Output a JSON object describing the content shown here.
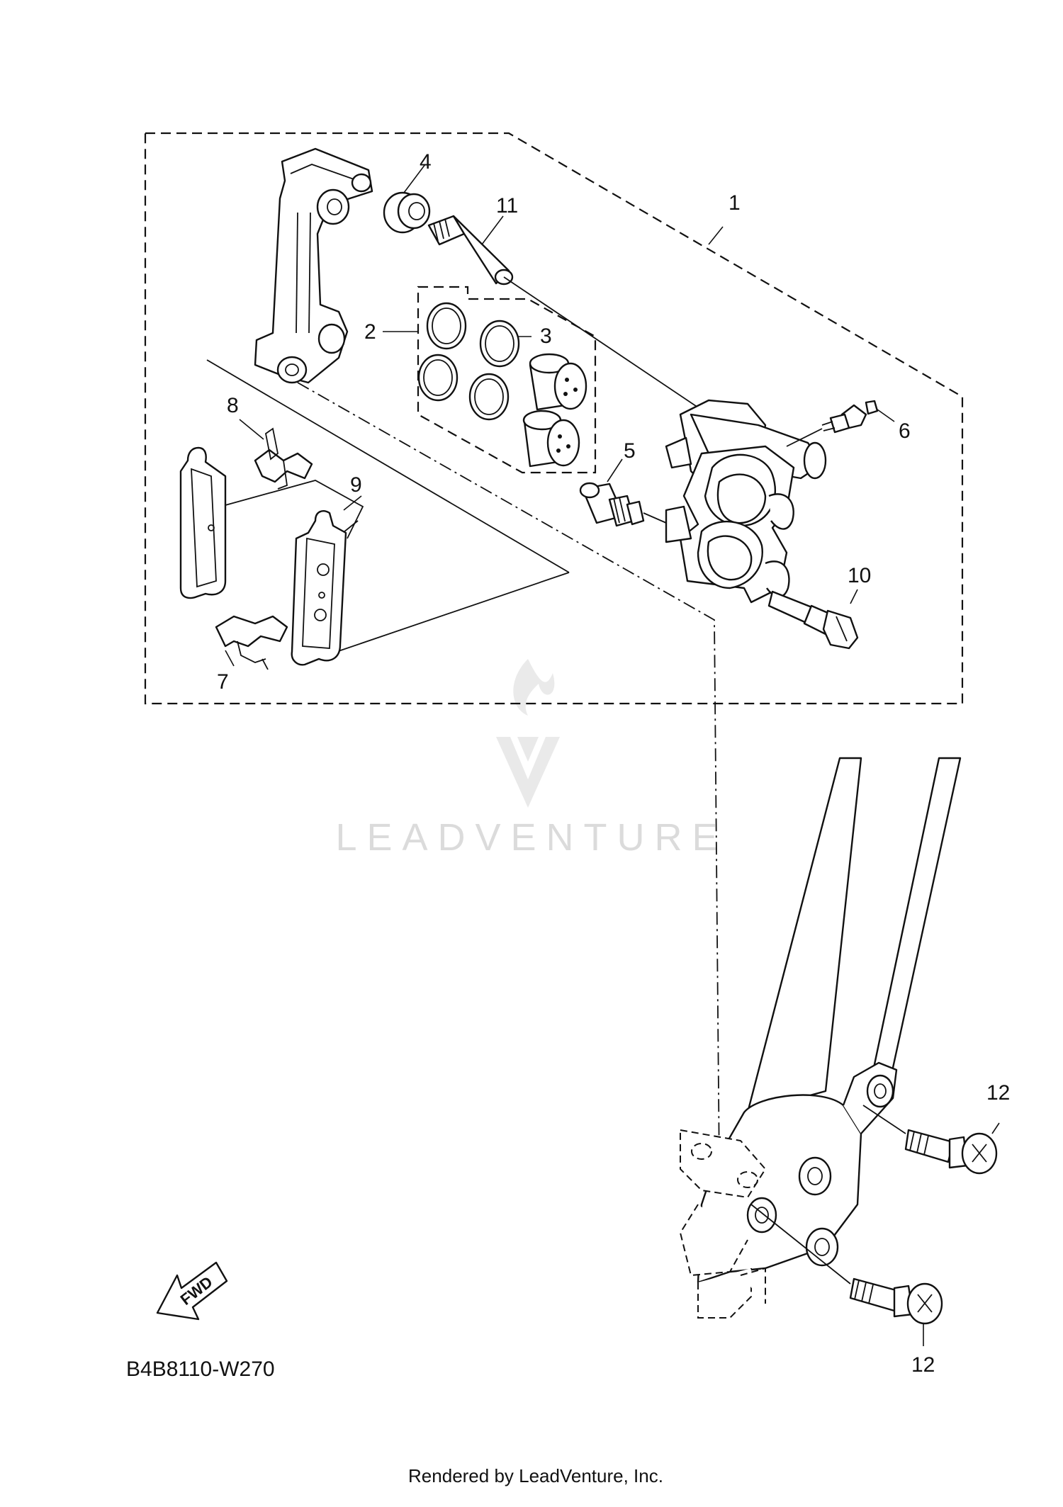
{
  "diagram": {
    "callouts": [
      {
        "id": "1",
        "label": "1"
      },
      {
        "id": "2",
        "label": "2"
      },
      {
        "id": "3",
        "label": "3"
      },
      {
        "id": "4",
        "label": "4"
      },
      {
        "id": "5",
        "label": "5"
      },
      {
        "id": "6",
        "label": "6"
      },
      {
        "id": "7",
        "label": "7"
      },
      {
        "id": "8",
        "label": "8"
      },
      {
        "id": "9",
        "label": "9"
      },
      {
        "id": "10",
        "label": "10"
      },
      {
        "id": "11",
        "label": "11"
      },
      {
        "id": "12a",
        "label": "12"
      },
      {
        "id": "12b",
        "label": "12"
      }
    ],
    "fwd_label": "FWD",
    "diagram_code": "B4B8110-W270",
    "watermark": "LEADVENTURE",
    "footer": "Rendered by LeadVenture, Inc."
  }
}
